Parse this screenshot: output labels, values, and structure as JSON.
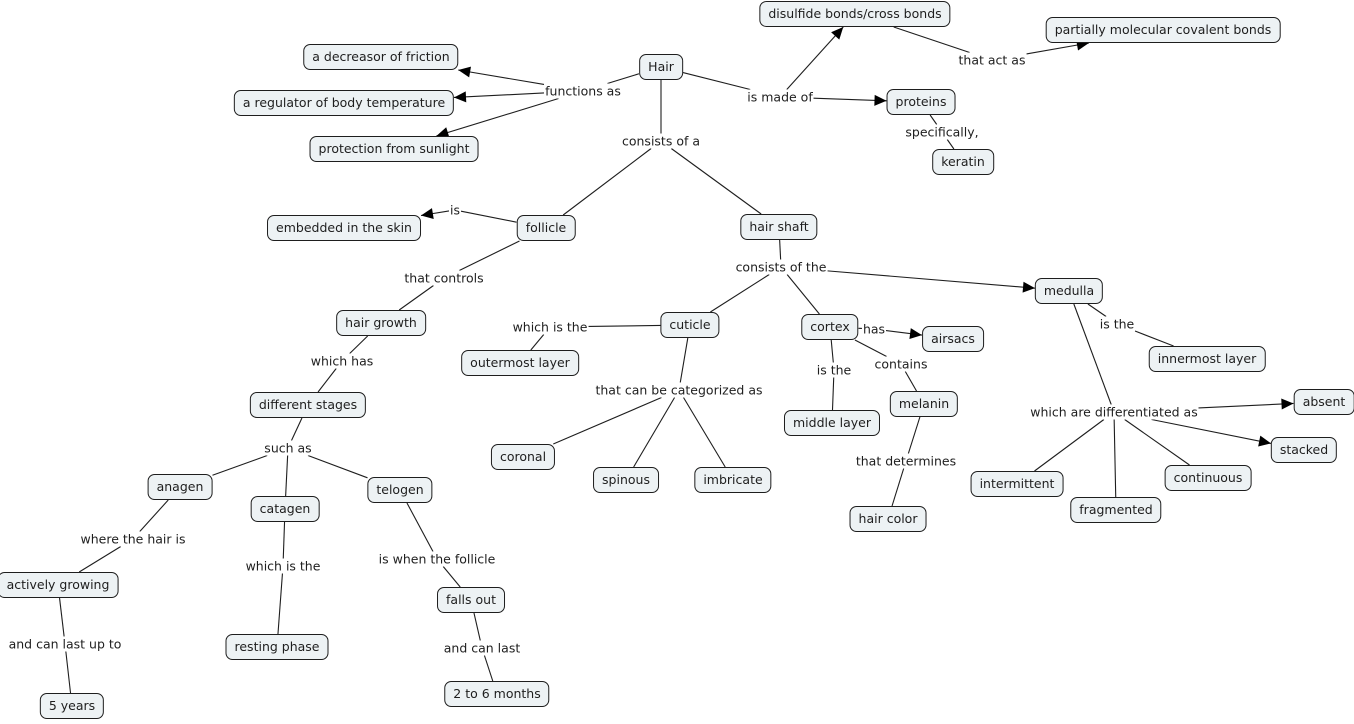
{
  "map": {
    "concepts": {
      "hair": "Hair",
      "decreasor": "a decreasor of friction",
      "regulator": "a regulator of body temperature",
      "protection": "protection from sunlight",
      "disulfide": "disulfide bonds/cross bonds",
      "covalent": "partially molecular covalent bonds",
      "proteins": "proteins",
      "keratin": "keratin",
      "embedded": "embedded in the skin",
      "follicle": "follicle",
      "hairshaft": "hair shaft",
      "hairgrowth": "hair growth",
      "stages": "different stages",
      "anagen": "anagen",
      "catagen": "catagen",
      "telogen": "telogen",
      "growing": "actively growing",
      "fiveyears": "5 years",
      "resting": "resting phase",
      "fallsout": "falls out",
      "months": "2 to 6 months",
      "cuticle": "cuticle",
      "outermost": "outermost layer",
      "coronal": "coronal",
      "spinous": "spinous",
      "imbricate": "imbricate",
      "cortex": "cortex",
      "airsacs": "airsacs",
      "middle": "middle layer",
      "melanin": "melanin",
      "haircolor": "hair color",
      "medulla": "medulla",
      "innermost": "innermost layer",
      "absent": "absent",
      "stacked": "stacked",
      "intermittent": "intermittent",
      "fragmented": "fragmented",
      "continuous": "continuous"
    },
    "linking_phrases": {
      "functions": "functions as",
      "madeof": "is made of",
      "actas": "that act as",
      "specifically": "specifically,",
      "consistsa": "consists of a",
      "is": "is",
      "controls": "that controls",
      "whichhas": "which has",
      "suchas": "such as",
      "wherehair": "where the hair is",
      "canlastupto": "and can last up to",
      "whichisthe1": "which is the",
      "whenfollicle": "is when the follicle",
      "canlast": "and can last",
      "consiststhe": "consists of the",
      "whichisthe2": "which is the",
      "categorized": "that can be categorized as",
      "has": "has",
      "isthe1": "is the",
      "contains": "contains",
      "determines": "that determines",
      "isthe2": "is the",
      "differentiated": "which are differentiated as"
    },
    "connections": [
      {
        "from": "hair",
        "to": "functions",
        "arrow": false
      },
      {
        "from": "functions",
        "to": "decreasor",
        "arrow": true
      },
      {
        "from": "functions",
        "to": "regulator",
        "arrow": true
      },
      {
        "from": "functions",
        "to": "protection",
        "arrow": true
      },
      {
        "from": "hair",
        "to": "madeof",
        "arrow": false
      },
      {
        "from": "madeof",
        "to": "disulfide",
        "arrow": true
      },
      {
        "from": "madeof",
        "to": "proteins",
        "arrow": true
      },
      {
        "from": "disulfide",
        "to": "actas",
        "arrow": false
      },
      {
        "from": "actas",
        "to": "covalent",
        "arrow": true
      },
      {
        "from": "proteins",
        "to": "specifically",
        "arrow": false
      },
      {
        "from": "specifically",
        "to": "keratin",
        "arrow": false
      },
      {
        "from": "hair",
        "to": "consistsa",
        "arrow": false
      },
      {
        "from": "consistsa",
        "to": "follicle",
        "arrow": false
      },
      {
        "from": "consistsa",
        "to": "hairshaft",
        "arrow": false
      },
      {
        "from": "follicle",
        "to": "is",
        "arrow": false
      },
      {
        "from": "is",
        "to": "embedded",
        "arrow": true
      },
      {
        "from": "follicle",
        "to": "controls",
        "arrow": false
      },
      {
        "from": "controls",
        "to": "hairgrowth",
        "arrow": false
      },
      {
        "from": "hairgrowth",
        "to": "whichhas",
        "arrow": false
      },
      {
        "from": "whichhas",
        "to": "stages",
        "arrow": false
      },
      {
        "from": "stages",
        "to": "suchas",
        "arrow": false
      },
      {
        "from": "suchas",
        "to": "anagen",
        "arrow": false
      },
      {
        "from": "suchas",
        "to": "catagen",
        "arrow": false
      },
      {
        "from": "suchas",
        "to": "telogen",
        "arrow": false
      },
      {
        "from": "anagen",
        "to": "wherehair",
        "arrow": false
      },
      {
        "from": "wherehair",
        "to": "growing",
        "arrow": false
      },
      {
        "from": "growing",
        "to": "canlastupto",
        "arrow": false
      },
      {
        "from": "canlastupto",
        "to": "fiveyears",
        "arrow": false
      },
      {
        "from": "catagen",
        "to": "whichisthe1",
        "arrow": false
      },
      {
        "from": "whichisthe1",
        "to": "resting",
        "arrow": false
      },
      {
        "from": "telogen",
        "to": "whenfollicle",
        "arrow": false
      },
      {
        "from": "whenfollicle",
        "to": "fallsout",
        "arrow": false
      },
      {
        "from": "fallsout",
        "to": "canlast",
        "arrow": false
      },
      {
        "from": "canlast",
        "to": "months",
        "arrow": false
      },
      {
        "from": "hairshaft",
        "to": "consiststhe",
        "arrow": false
      },
      {
        "from": "consiststhe",
        "to": "cuticle",
        "arrow": false
      },
      {
        "from": "consiststhe",
        "to": "cortex",
        "arrow": false
      },
      {
        "from": "consiststhe",
        "to": "medulla",
        "arrow": true
      },
      {
        "from": "cuticle",
        "to": "whichisthe2",
        "arrow": false
      },
      {
        "from": "whichisthe2",
        "to": "outermost",
        "arrow": false
      },
      {
        "from": "cuticle",
        "to": "categorized",
        "arrow": false
      },
      {
        "from": "categorized",
        "to": "coronal",
        "arrow": false
      },
      {
        "from": "categorized",
        "to": "spinous",
        "arrow": false
      },
      {
        "from": "categorized",
        "to": "imbricate",
        "arrow": false
      },
      {
        "from": "cortex",
        "to": "has",
        "arrow": false
      },
      {
        "from": "has",
        "to": "airsacs",
        "arrow": true
      },
      {
        "from": "cortex",
        "to": "isthe1",
        "arrow": false
      },
      {
        "from": "isthe1",
        "to": "middle",
        "arrow": false
      },
      {
        "from": "cortex",
        "to": "contains",
        "arrow": false
      },
      {
        "from": "contains",
        "to": "melanin",
        "arrow": false
      },
      {
        "from": "melanin",
        "to": "determines",
        "arrow": false
      },
      {
        "from": "determines",
        "to": "haircolor",
        "arrow": false
      },
      {
        "from": "medulla",
        "to": "isthe2",
        "arrow": false
      },
      {
        "from": "isthe2",
        "to": "innermost",
        "arrow": false
      },
      {
        "from": "medulla",
        "to": "differentiated",
        "arrow": false
      },
      {
        "from": "differentiated",
        "to": "absent",
        "arrow": true
      },
      {
        "from": "differentiated",
        "to": "stacked",
        "arrow": true
      },
      {
        "from": "differentiated",
        "to": "intermittent",
        "arrow": false
      },
      {
        "from": "differentiated",
        "to": "fragmented",
        "arrow": false
      },
      {
        "from": "differentiated",
        "to": "continuous",
        "arrow": false
      }
    ]
  }
}
